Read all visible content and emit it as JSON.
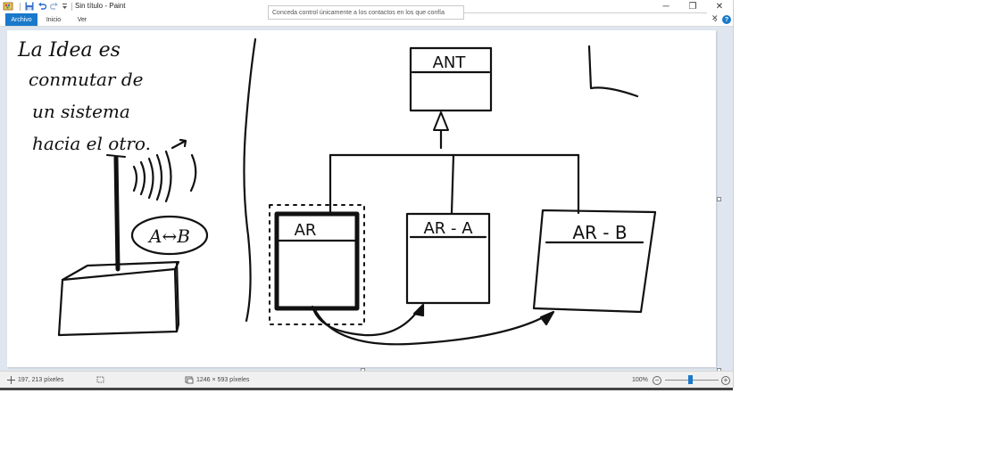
{
  "window": {
    "title": "Sin título - Paint"
  },
  "notice": {
    "text": "Conceda control únicamente a los contactos en los que confía",
    "close": "✕"
  },
  "ribbon": {
    "tabs": [
      "Archivo",
      "Inicio",
      "Ver"
    ],
    "help": "?"
  },
  "titlebar_buttons": {
    "minimize": "─",
    "maximize": "❐",
    "close": "✕"
  },
  "canvas": {
    "notes": [
      "La Idea es",
      "conmutar de",
      "un sistema",
      "hacia el otro."
    ],
    "bubble": "A↔B",
    "boxes": [
      "ANT",
      "AR",
      "AR - A",
      "AR - B"
    ]
  },
  "status": {
    "cursor": "197, 213 píxeles",
    "canvas_size": "1246 × 593 píxeles",
    "zoom": "100%",
    "zoom_level_percent": 100
  }
}
